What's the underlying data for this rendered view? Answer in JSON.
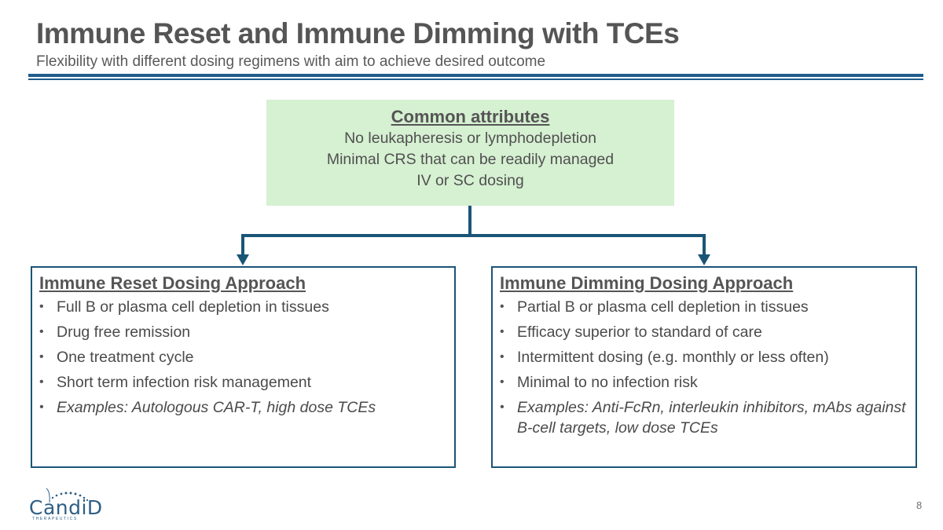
{
  "slide": {
    "title": "Immune Reset and Immune Dimming with TCEs",
    "subtitle": "Flexibility with different dosing regimens with aim to achieve desired outcome",
    "page_number": "8"
  },
  "common": {
    "heading": "Common attributes",
    "lines": [
      "No leukapheresis or lymphodepletion",
      "Minimal CRS that can be readily managed",
      "IV or SC dosing"
    ]
  },
  "reset": {
    "heading": "Immune Reset Dosing Approach",
    "bullets": [
      "Full B or plasma cell depletion in tissues",
      "Drug free remission",
      "One treatment cycle",
      "Short term infection risk management"
    ],
    "example": "Examples: Autologous CAR-T, high dose TCEs"
  },
  "dimming": {
    "heading": "Immune Dimming Dosing Approach",
    "bullets": [
      "Partial B or plasma cell depletion in tissues",
      "Efficacy superior to standard of care",
      "Intermittent dosing (e.g. monthly or less often)",
      "Minimal to no infection risk"
    ],
    "example": "Examples: Anti-FcRn, interleukin inhibitors, mAbs against B-cell targets, low dose TCEs"
  },
  "logo": {
    "text": "CandiD",
    "sub": "THERAPEUTICS"
  },
  "colors": {
    "accent": "#1f5c8b",
    "box_border": "#1a5577",
    "common_fill": "#d6f0d2"
  }
}
